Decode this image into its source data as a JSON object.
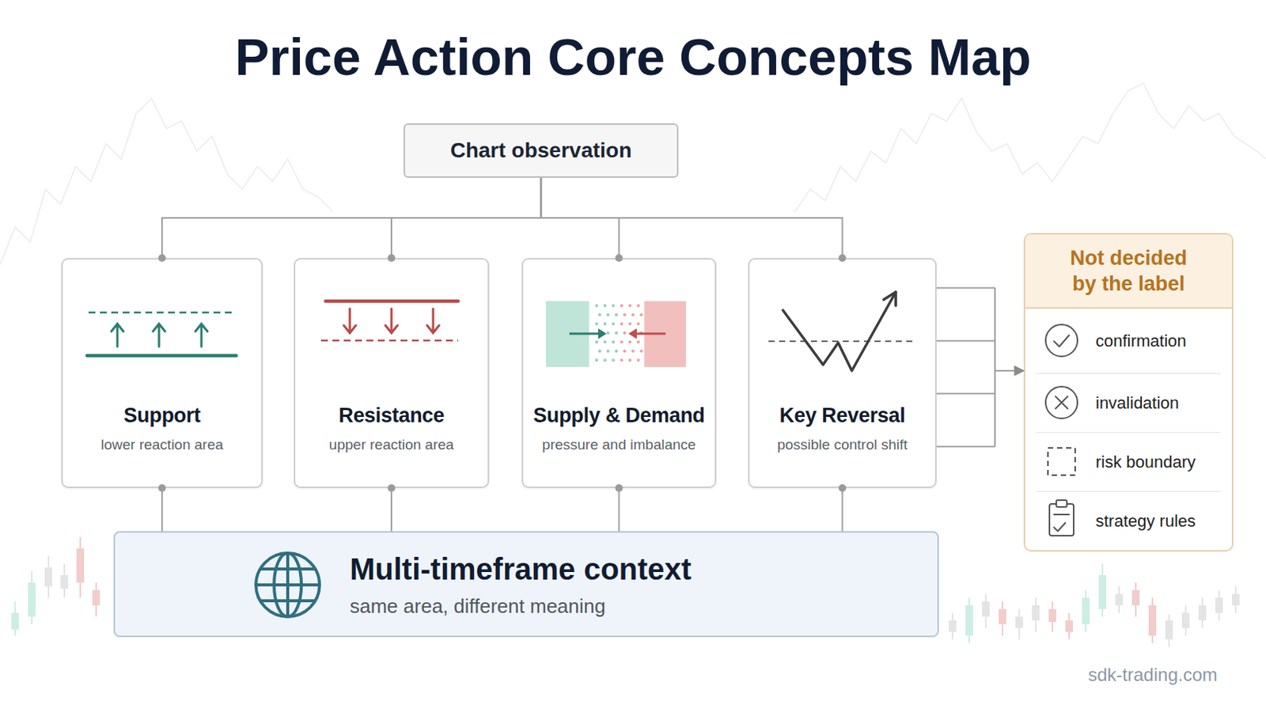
{
  "diagram": {
    "title": "Price Action Core Concepts Map",
    "nodes": [
      {
        "text": [
          "Chart observation"
        ]
      },
      {
        "text": [
          "Support",
          "lower reaction area"
        ]
      },
      {
        "text": [
          "Resistance",
          "upper reaction area"
        ]
      },
      {
        "text": [
          "Supply & Demand",
          "pressure and imbalance"
        ]
      },
      {
        "text": [
          "Key Reversal",
          "possible control shift"
        ]
      },
      {
        "text": [
          "Not decided by the label"
        ]
      },
      {
        "text": [
          "confirmation"
        ],
        "in": 5
      },
      {
        "text": [
          "invalidation"
        ],
        "in": 5
      },
      {
        "text": [
          "risk boundary"
        ],
        "in": 5
      },
      {
        "text": [
          "strategy rules"
        ],
        "in": 5
      },
      {
        "text": [
          "Multi-timeframe context",
          "same area, different meaning"
        ]
      }
    ],
    "edges": [
      {
        "from": 0,
        "to": 1,
        "arrow": "none"
      },
      {
        "from": 0,
        "to": 2,
        "arrow": "none"
      },
      {
        "from": 0,
        "to": 3,
        "arrow": "none"
      },
      {
        "from": 0,
        "to": 4,
        "arrow": "none"
      },
      {
        "from": 1,
        "to": 10,
        "arrow": "none"
      },
      {
        "from": 2,
        "to": 10,
        "arrow": "none"
      },
      {
        "from": 3,
        "to": 10,
        "arrow": "none"
      },
      {
        "from": 4,
        "to": 10,
        "arrow": "none"
      },
      {
        "from": 4,
        "to": 5,
        "arrow": "to"
      }
    ],
    "labels": [
      "sdk-trading.com"
    ]
  }
}
